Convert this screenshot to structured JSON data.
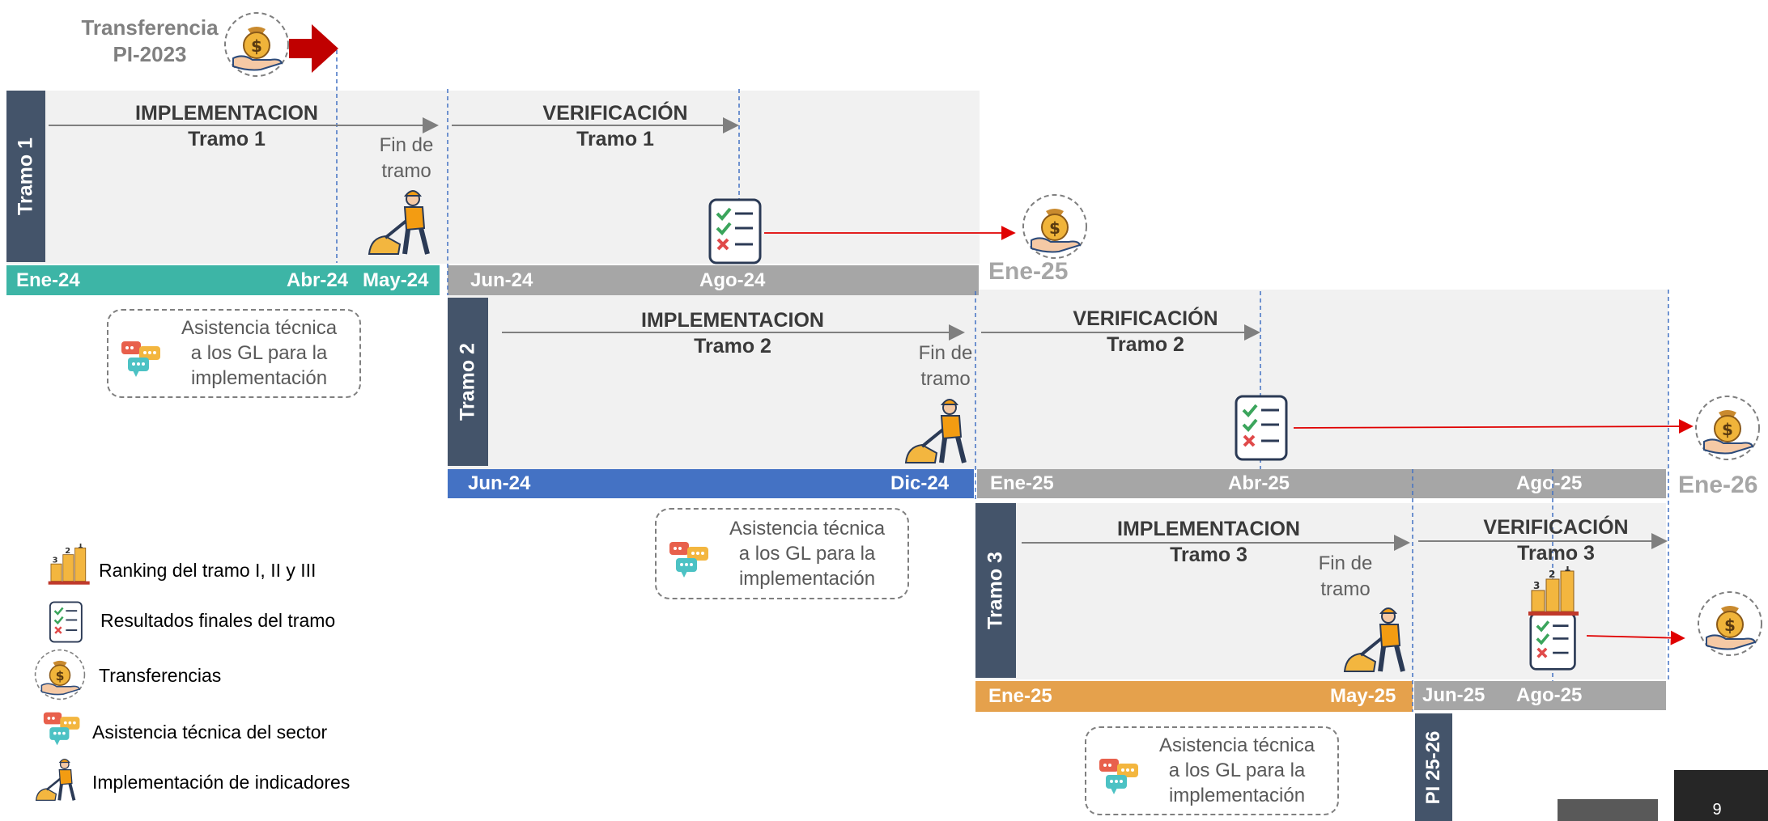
{
  "transferencia": {
    "line1": "Transferencia",
    "line2": "PI-2023"
  },
  "tramos": [
    {
      "side": "Tramo 1",
      "impl_title": "IMPLEMENTACION",
      "impl_sub": "Tramo 1",
      "verif_title": "VERIFICACIÓN",
      "verif_sub": "Tramo 1",
      "fin_l1": "Fin de",
      "fin_l2": "tramo",
      "band_dates": [
        "Ene-24",
        "Abr-24",
        "May-24"
      ],
      "band2_dates": [
        "Jun-24",
        "Ago-24"
      ],
      "end_date": "Ene-25"
    },
    {
      "side": "Tramo 2",
      "impl_title": "IMPLEMENTACION",
      "impl_sub": "Tramo 2",
      "verif_title": "VERIFICACIÓN",
      "verif_sub": "Tramo 2",
      "fin_l1": "Fin de",
      "fin_l2": "tramo",
      "band_dates": [
        "Jun-24",
        "Dic-24"
      ],
      "band2_dates": [
        "Ene-25",
        "Abr-25",
        "Ago-25"
      ],
      "end_date": "Ene-26"
    },
    {
      "side": "Tramo 3",
      "impl_title": "IMPLEMENTACION",
      "impl_sub": "Tramo 3",
      "verif_title": "VERIFICACIÓN",
      "verif_sub": "Tramo 3",
      "fin_l1": "Fin de",
      "fin_l2": "tramo",
      "band_dates": [
        "Ene-25",
        "May-25"
      ],
      "band2_dates": [
        "Jun-25",
        "Ago-25"
      ]
    }
  ],
  "pi": "PI 25-26",
  "asistencia": {
    "l1": "Asistencia técnica",
    "l2": "a los GL para la",
    "l3": "implementación"
  },
  "legend": [
    {
      "icon": "ranking-icon",
      "label": "Ranking del tramo I, II y III"
    },
    {
      "icon": "checklist-icon",
      "label": "Resultados finales del tramo"
    },
    {
      "icon": "money-hand-icon",
      "label": "Transferencias"
    },
    {
      "icon": "chat-bubbles-icon",
      "label": "Asistencia técnica del sector"
    },
    {
      "icon": "worker-icon",
      "label": "Implementación de indicadores"
    }
  ],
  "page_number": "9",
  "colors": {
    "side": "#44546a",
    "teal": "#3db5a6",
    "blue": "#4472c4",
    "orange": "#e5a14c",
    "gray": "#a6a6a6",
    "panel": "#f1f1f1",
    "red": "#c00000"
  }
}
